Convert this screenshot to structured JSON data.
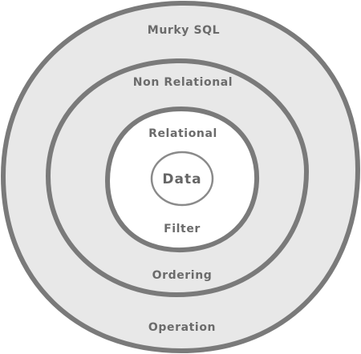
{
  "diagram": {
    "rings": [
      {
        "id": "outer",
        "top_label": "Murky SQL",
        "bottom_label": "Operation"
      },
      {
        "id": "middle",
        "top_label": "Non Relational",
        "bottom_label": "Ordering"
      },
      {
        "id": "inner",
        "top_label": "Relational",
        "bottom_label": "Filter"
      }
    ],
    "core_label": "Data",
    "colors": {
      "ring_fill": "#e8e8e8",
      "inner_fill": "#ffffff",
      "stroke": "#7a7a7a",
      "text": "#6b6b6b"
    }
  }
}
